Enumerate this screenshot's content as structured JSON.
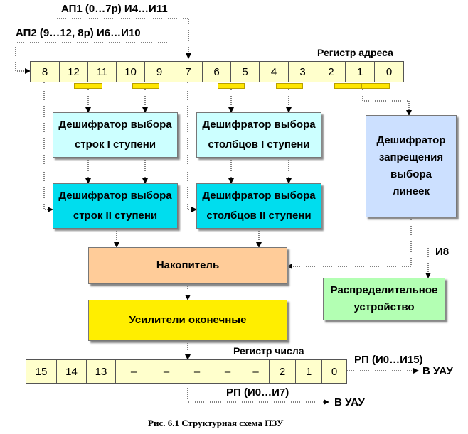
{
  "inputs": {
    "ap1": "АП1 (0…7р) И4…И11",
    "ap2": "АП2 (9…12, 8р) И6…И10"
  },
  "address_register": {
    "title": "Регистр адреса",
    "cells": [
      "8",
      "12",
      "11",
      "10",
      "9",
      "7",
      "6",
      "5",
      "4",
      "3",
      "2",
      "1",
      "0"
    ]
  },
  "blocks": {
    "rows1_line1": "Дешифратор выбора",
    "rows1_line2": "строк I ступени",
    "cols1_line1": "Дешифратор выбора",
    "cols1_line2": "столбцов I ступени",
    "rows2_line1": "Дешифратор выбора",
    "rows2_line2": "строк II ступени",
    "cols2_line1": "Дешифратор выбора",
    "cols2_line2": "столбцов II ступени",
    "ban_line1": "Дешифратор",
    "ban_line2": "запрещения",
    "ban_line3": "выбора",
    "ban_line4": "линеек",
    "storage": "Накопитель",
    "amplifiers": "Усилители оконечные",
    "dist_line1": "Распределительное",
    "dist_line2": "устройство"
  },
  "signal_i8": "И8",
  "number_register": {
    "title": "Регистр числа",
    "cells": [
      "15",
      "14",
      "13",
      "–",
      "–",
      "–",
      "–",
      "–",
      "2",
      "1",
      "0"
    ]
  },
  "outputs": {
    "rp_high": "РП (И0…И15)",
    "to_uau_1": "В УАУ",
    "rp_low": "РП (И0…И7)",
    "to_uau_2": "В УАУ"
  },
  "caption": "Рис. 6.1 Структурная схема ПЗУ",
  "colors": {
    "stage1": "#ccffff",
    "stage2": "#00ddee",
    "ban": "#cce0ff",
    "storage": "#ffcc99",
    "amplifiers": "#ffee00",
    "distributor": "#b3ffb3",
    "register": "#ffffcc",
    "bus": "#ffe600"
  }
}
